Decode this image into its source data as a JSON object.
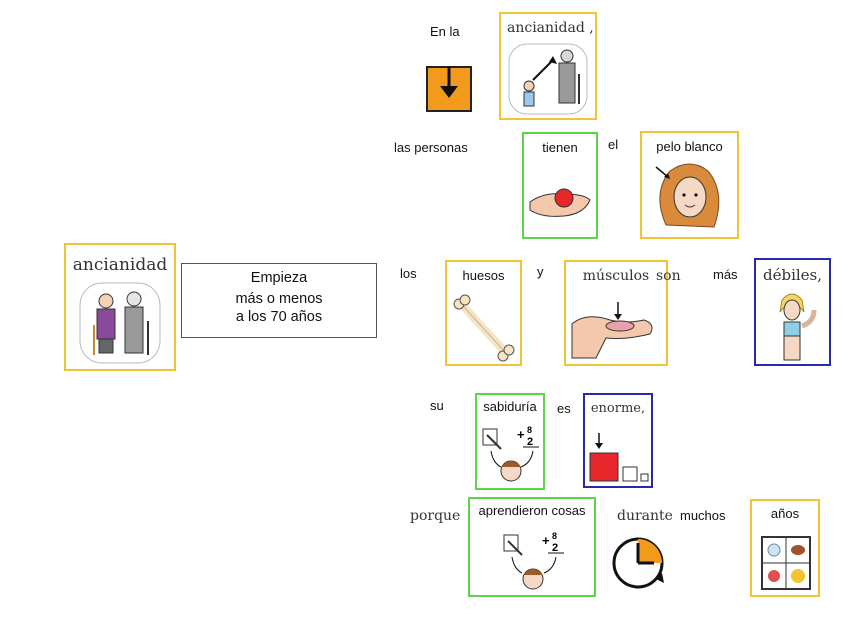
{
  "sentence": {
    "line1": {
      "word_before": "En la",
      "card": "ancianidad",
      "comma": ","
    },
    "line2": {
      "word_before": "las personas",
      "card_verb": "tienen",
      "word_mid": "el",
      "card_hair": "pelo blanco"
    },
    "line3": {
      "word_before": "los",
      "card_bones": "huesos",
      "word_and": "y",
      "card_muscles": "músculos",
      "word_are": "son",
      "word_more": "más",
      "card_weak": "débiles,"
    },
    "line4": {
      "word_before": "su",
      "card_wisdom": "sabiduría",
      "word_is": "es",
      "card_huge": "enorme,"
    },
    "line5": {
      "word_before": "porque",
      "card_learned": "aprendieron cosas",
      "word_during": "durante",
      "word_many": "muchos",
      "card_years": "años"
    }
  },
  "left": {
    "card_title": "ancianidad",
    "textbox": [
      "Empieza",
      "más o menos",
      "a los 70 años"
    ]
  },
  "colors": {
    "noun_border": "#f0c436",
    "verb_border": "#5ed44a",
    "adjective_border": "#2a2aa8",
    "box_icon": "#f29a1c",
    "red_square": "#e8272a"
  }
}
